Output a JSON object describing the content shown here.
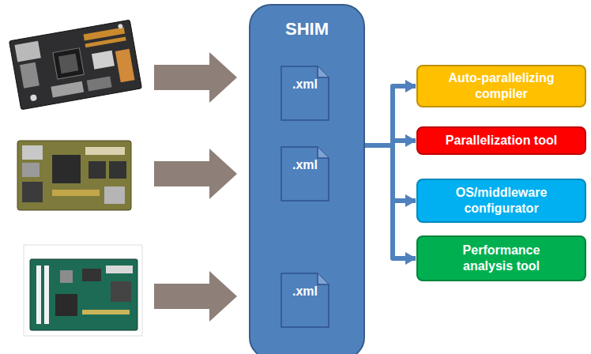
{
  "diagram": {
    "nodes": [
      {
        "text": [
          "SHIM"
        ]
      },
      {
        "text": [
          ".xml"
        ],
        "in": 0
      },
      {
        "text": [
          ".xml"
        ],
        "in": 0
      },
      {
        "text": [
          ".xml"
        ],
        "in": 0
      },
      {
        "text": [
          "Auto-parallelizing compiler"
        ]
      },
      {
        "text": [
          "Parallelization tool"
        ]
      },
      {
        "text": [
          "OS/middleware configurator"
        ]
      },
      {
        "text": [
          "Performance analysis tool"
        ]
      }
    ],
    "edges": [
      {
        "from": 0,
        "to": 4,
        "arrow": "to"
      },
      {
        "from": 0,
        "to": 5,
        "arrow": "to"
      },
      {
        "from": 0,
        "to": 6,
        "arrow": "to"
      },
      {
        "from": 0,
        "to": 7,
        "arrow": "to"
      }
    ]
  }
}
